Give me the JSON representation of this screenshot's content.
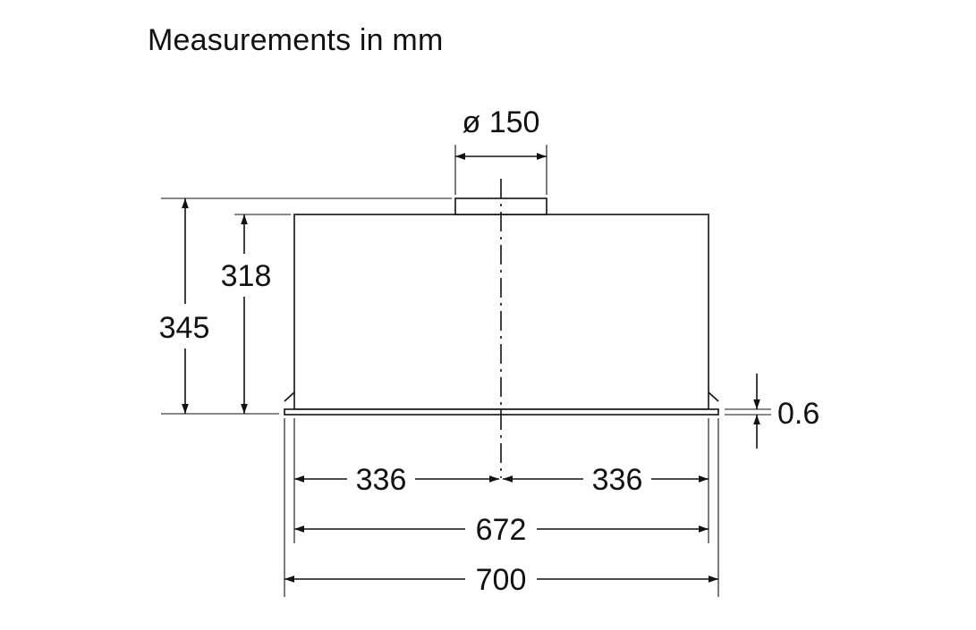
{
  "title": "Measurements in mm",
  "dimensions": {
    "duct_diameter": "ø 150",
    "total_height": "345",
    "body_height": "318",
    "flange_thickness": "0.6",
    "half_width_left": "336",
    "half_width_right": "336",
    "inner_width": "672",
    "outer_width": "700"
  },
  "colors": {
    "line": "#111111",
    "background": "#ffffff"
  }
}
